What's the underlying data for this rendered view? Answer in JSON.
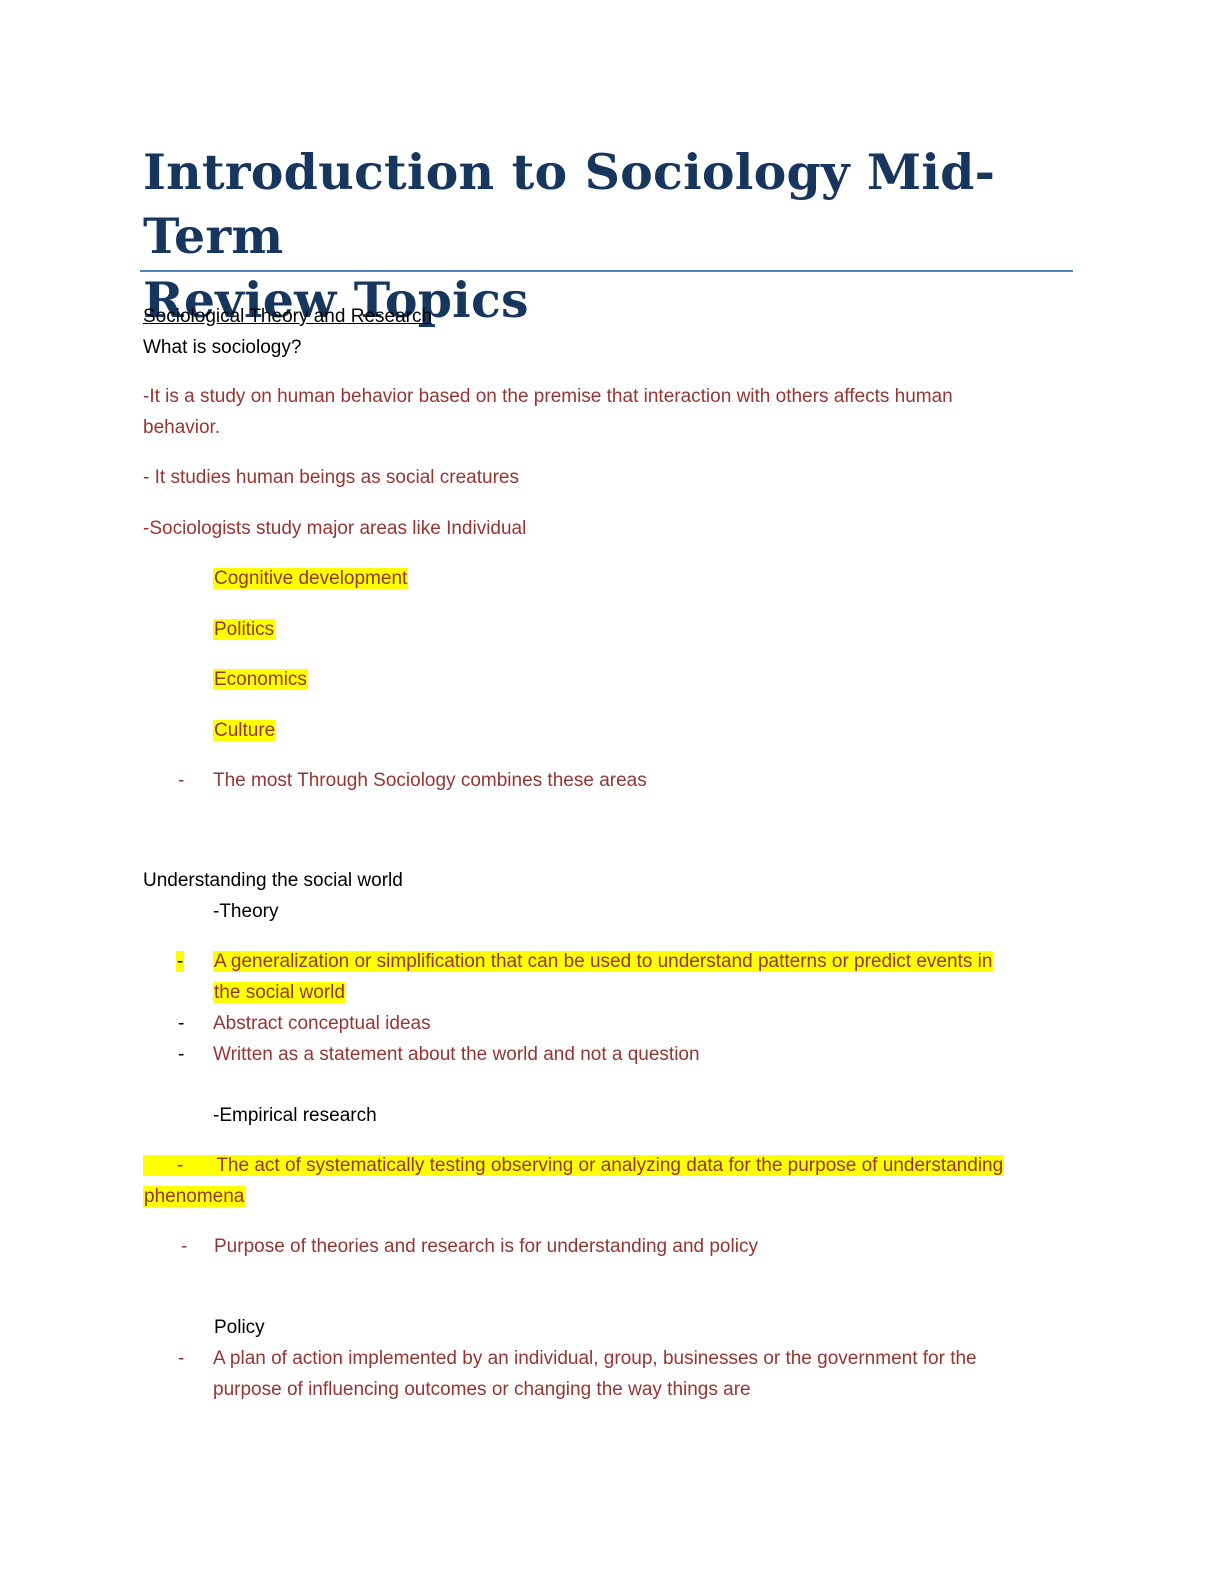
{
  "title": {
    "line1": "Introduction to Sociology Mid-Term",
    "line2": "Review Topics"
  },
  "section1": {
    "heading": "Sociological Theory and Research",
    "question": "What is sociology?",
    "p1_line1": "-It is a study on human behavior based on the premise that interaction with others affects human",
    "p1_line2": "behavior.",
    "p2": "- It studies human beings as social creatures",
    "p3": "-Sociologists study major areas like Individual",
    "areas": [
      "Cognitive development",
      "Politics",
      "Economics",
      "Culture"
    ],
    "bullet_dash": "-",
    "combine": "The most Through Sociology combines these areas"
  },
  "section2": {
    "heading": "Understanding the social world",
    "theory_label": "-Theory",
    "theory_def_line1": "A generalization or simplification that can be used to understand patterns or predict events in",
    "theory_def_line2": "the social world",
    "theory_b2": "Abstract conceptual ideas",
    "theory_b3": "Written as a statement about the world and not a question",
    "empirical_label": "-Empirical research",
    "empirical_def_line1": "The act of systematically testing observing or analyzing data for the purpose of understanding",
    "empirical_def_line2": "phenomena",
    "purpose": "Purpose of theories and research is for understanding and policy",
    "policy_label": "Policy",
    "policy_def_line1": "A plan of action implemented by an individual, group, businesses or the government for the",
    "policy_def_line2": "purpose of influencing outcomes or changing the way things are"
  },
  "colors": {
    "title": "#17365d",
    "rule": "#4f81bd",
    "answer_text": "#943634",
    "highlight": "#ffff00"
  }
}
